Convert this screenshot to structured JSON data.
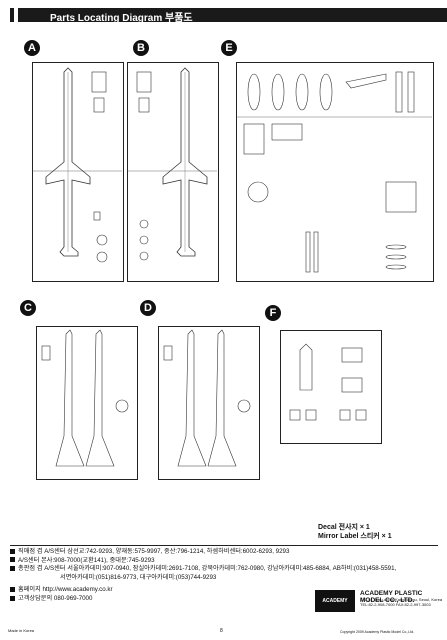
{
  "header": {
    "title": "Parts Locating Diagram 부품도"
  },
  "frames": [
    {
      "label": "A"
    },
    {
      "label": "B"
    },
    {
      "label": "E"
    },
    {
      "label": "C"
    },
    {
      "label": "D"
    },
    {
      "label": "F"
    }
  ],
  "decal": {
    "line1": "Decal 전사지 × 1",
    "line2": "Mirror Label 스티커 × 1"
  },
  "footer": {
    "line1": "직매점 겸 A/S센터 삼선교:742-9293, 양재동:575-9997, 중산:796-1214, 하셈하비센터:6002-6293, 9293",
    "line2": "A/S센터 본사:908-7000(교환141), 중대문:745-9293",
    "line3": "총판점 겸 A/S센터 서울아카데미:907-0940, 잠실아카데미:2691-7108, 강북아카데미:762-0980, 강남아카데미:485-6884, AB하비:(031)458-5591,",
    "line4": "서면아카데미:(051)816-9773, 대구아카데미:(053)744-9293",
    "line5": "홈페이지 http://www.academy.co.kr",
    "line6": "고객상담문의 080-969-7000"
  },
  "company": {
    "logo": "ACADEMY",
    "name": "ACADEMY PLASTIC MODEL CO., LTD.",
    "address1": "273-44 Susu-dong, Kangbuk-gu, Seoul, Korea",
    "address2": "TEL:82-2-908-7000 FAX:82-2-997-3003"
  },
  "page_number": "8",
  "made_in": "Made in Korea",
  "copyright": "Copyright 2009 Academy Plastic Model Co.,Ltd."
}
